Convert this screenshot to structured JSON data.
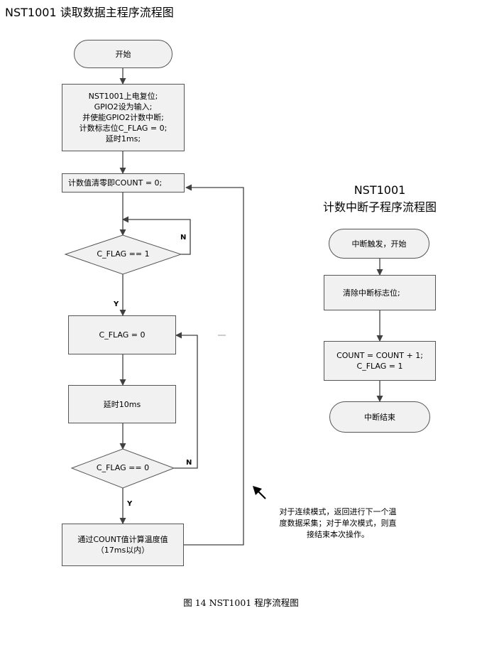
{
  "page_title": "NST1001 读取数据主程序流程图",
  "main_flow": {
    "start": "开始",
    "init": "NST1001上电复位;\nGPIO2设为输入;\n并使能GPIO2计数中断;\n计数标志位C_FLAG = 0;\n延时1ms;",
    "clear_count": "计数值清零即COUNT = 0;",
    "decision_flag_1": "C_FLAG == 1",
    "set_flag_0": "C_FLAG = 0",
    "delay_10ms": "延时10ms",
    "decision_flag_0": "C_FLAG == 0",
    "calc_temp": "通过COUNT值计算温度值\n（17ms以内）",
    "label_n": "N",
    "label_y": "Y"
  },
  "interrupt_flow": {
    "title": "NST1001\n计数中断子程序流程图",
    "start": "中断触发，开始",
    "clear_flag": "清除中断标志位;",
    "update": "COUNT = COUNT + 1;\nC_FLAG = 1",
    "end": "中断结束"
  },
  "note": "对于连续模式，返回进行下一个温\n度数据采集；对于单次模式，则直\n接结束本次操作。",
  "caption": "图 14  NST1001 程序流程图",
  "colors": {
    "box_fill": "#f1f1f1",
    "box_border": "#555555",
    "line": "#404040"
  }
}
